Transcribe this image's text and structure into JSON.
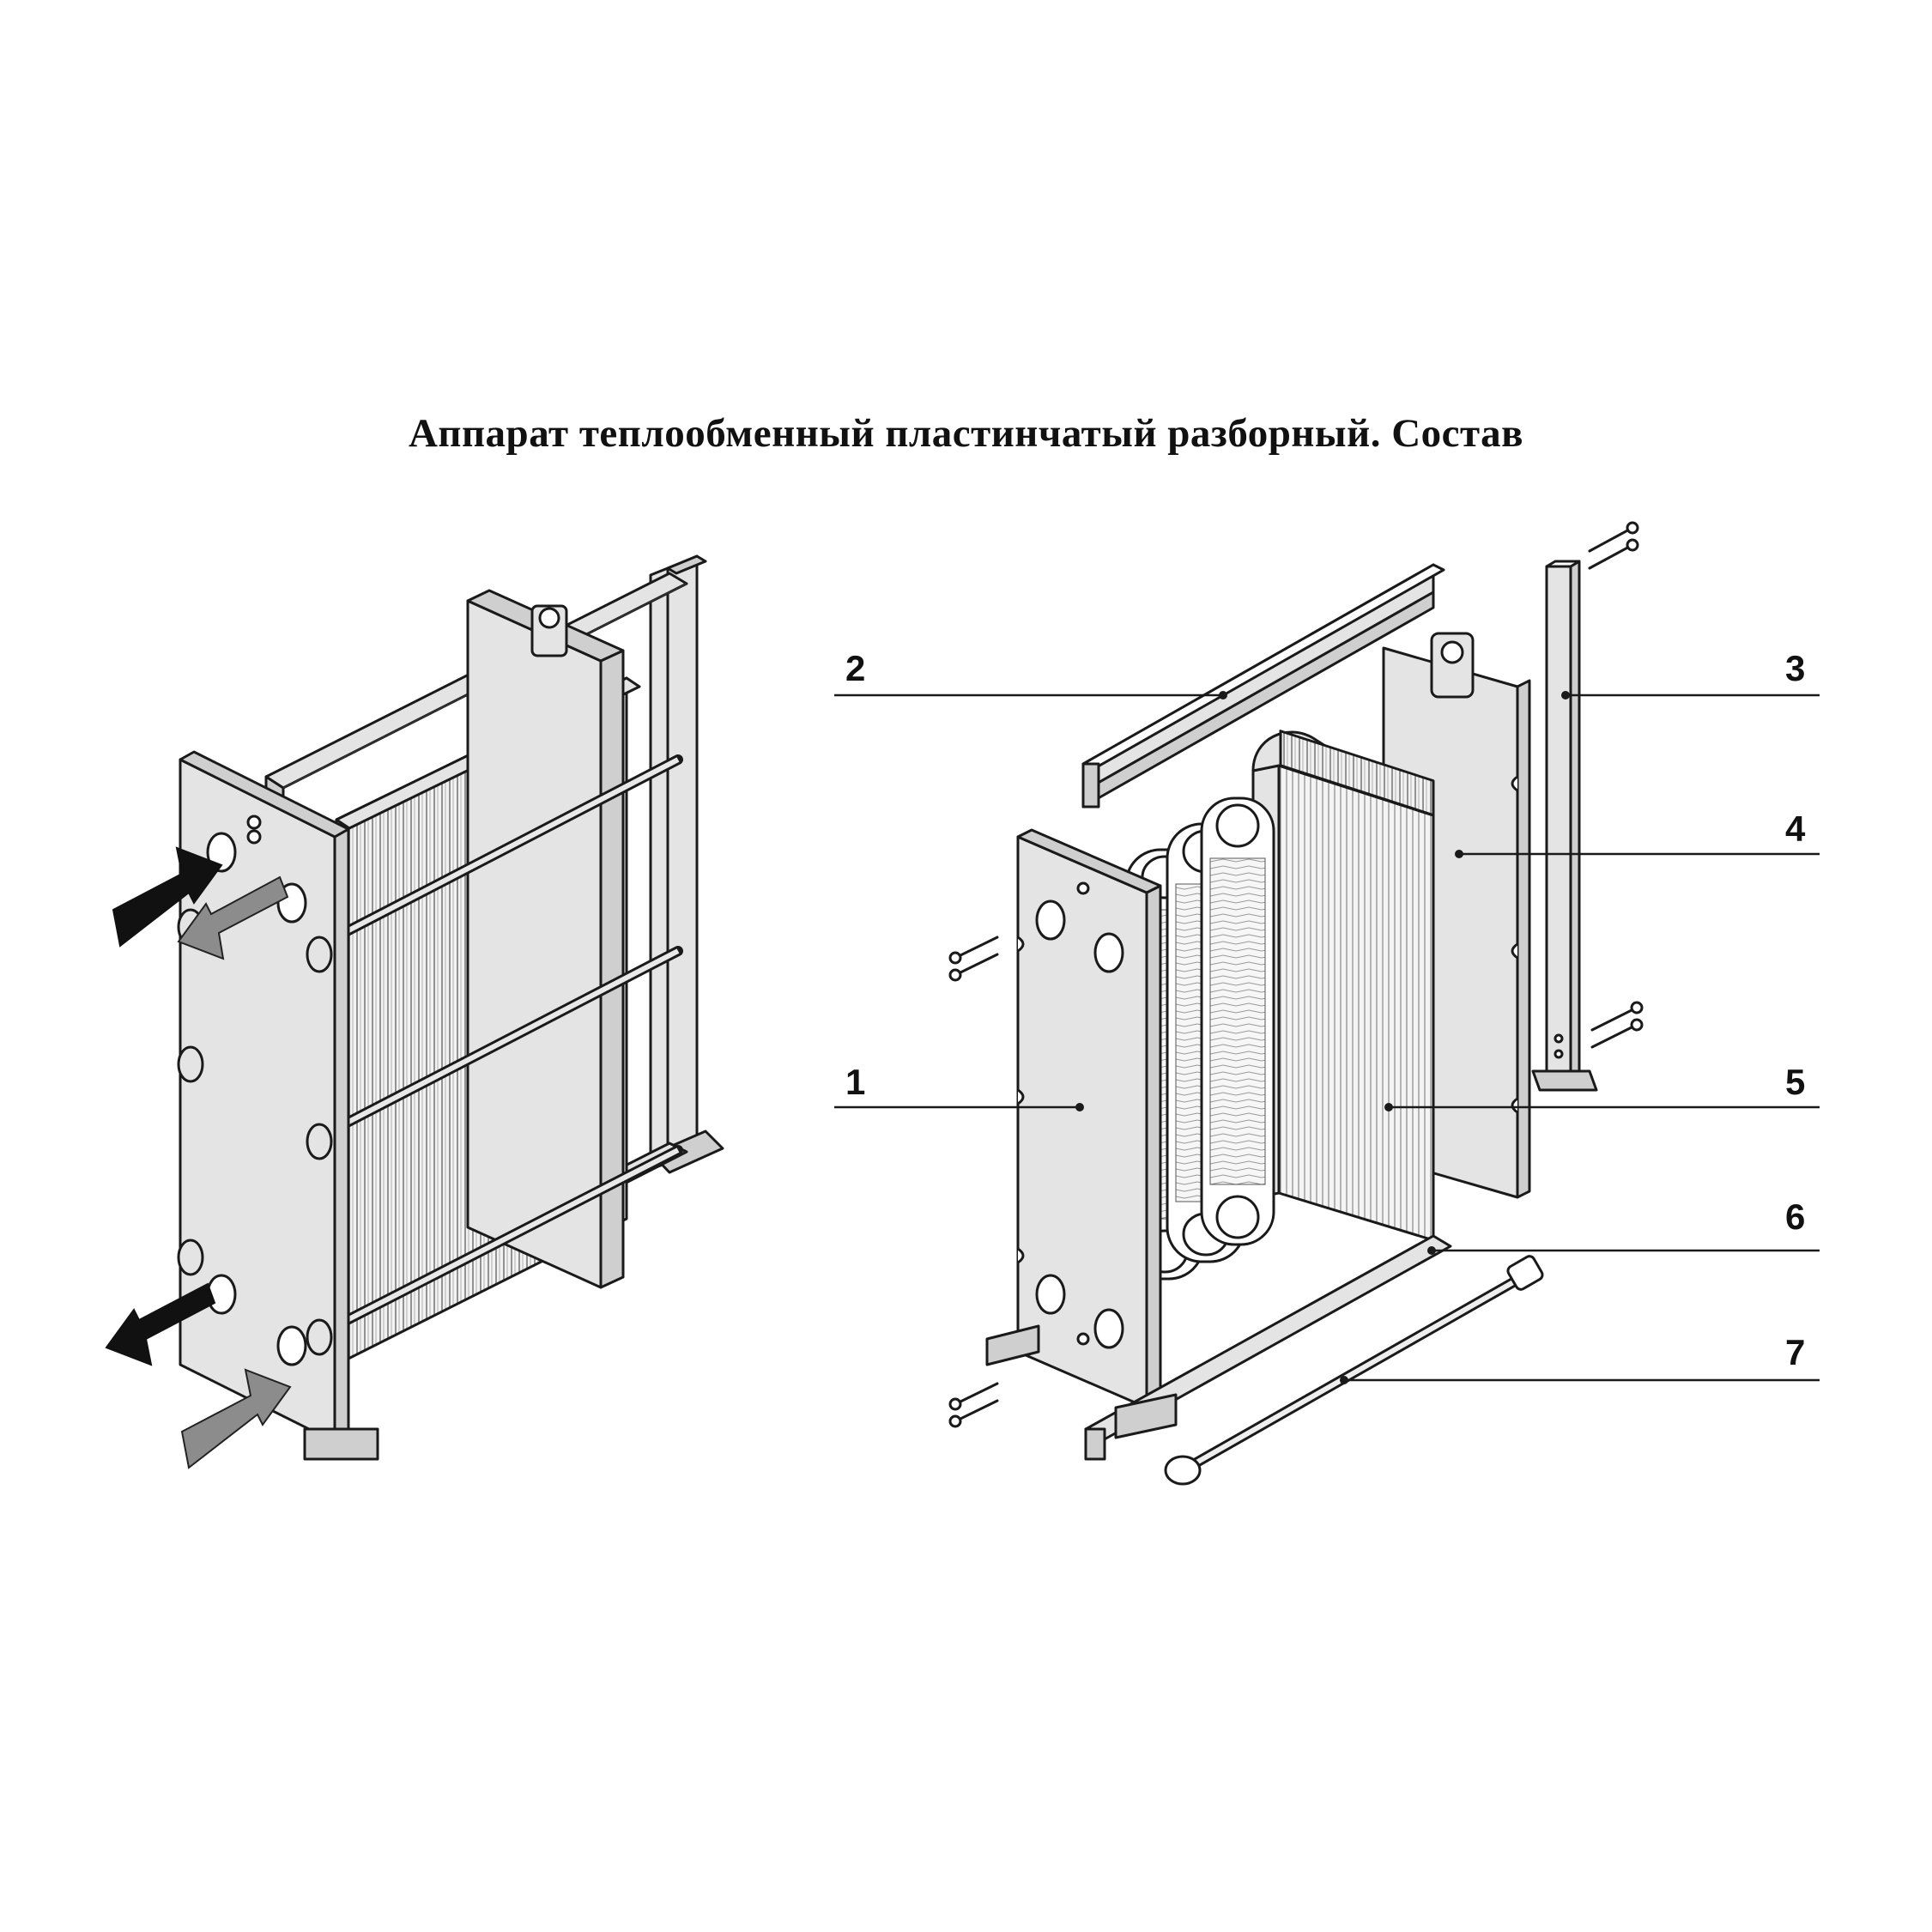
{
  "title": "Аппарат теплообменный пластинчатый разборный. Состав",
  "colors": {
    "outline": "#1a1a1a",
    "frame_fill": "#e4e4e4",
    "arrow_dark": "#111111",
    "arrow_grey": "#8c8c8c"
  },
  "callouts": [
    {
      "number": "1"
    },
    {
      "number": "2"
    },
    {
      "number": "3"
    },
    {
      "number": "4"
    },
    {
      "number": "5"
    },
    {
      "number": "6"
    },
    {
      "number": "7"
    }
  ]
}
